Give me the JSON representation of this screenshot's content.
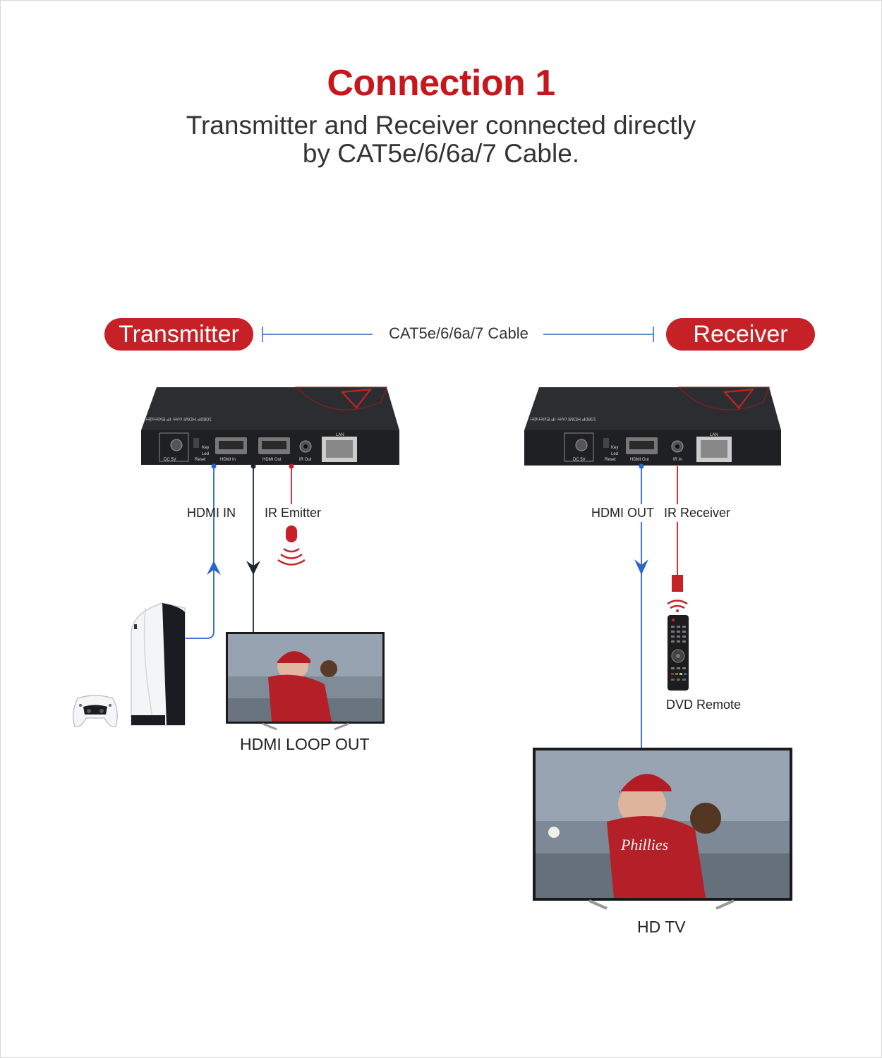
{
  "header": {
    "title": "Connection 1",
    "subtitle_line1": "Transmitter and Receiver connected directly",
    "subtitle_line2": "by CAT5e/6/6a/7 Cable."
  },
  "link": {
    "transmitter_label": "Transmitter",
    "receiver_label": "Receiver",
    "cable_label": "CAT5e/6/6a/7 Cable"
  },
  "transmitter": {
    "hdmi_in_label": "HDMI IN",
    "ir_emitter_label": "IR Emitter",
    "loop_out_label": "HDMI LOOP OUT",
    "ports": [
      "DC 5V",
      "Key",
      "Led",
      "Reset",
      "HDMI In",
      "HDMI Out",
      "IR Out",
      "LAN"
    ],
    "top_text": "1080P HDMI over IP Extender"
  },
  "receiver": {
    "hdmi_out_label": "HDMI OUT",
    "ir_receiver_label": "IR Receiver",
    "remote_label": "DVD Remote",
    "tv_label": "HD TV",
    "ports": [
      "DC 5V",
      "Key",
      "Led",
      "Reset",
      "HDMI Out",
      "IR In",
      "LAN"
    ],
    "top_text": "1080P HDMI over IP Extender"
  },
  "colors": {
    "brand_red": "#c62127",
    "title_red": "#c8161d",
    "hdmi_blue": "#2a66c9",
    "loop_black": "#1c2533",
    "ir_red": "#c62127"
  }
}
